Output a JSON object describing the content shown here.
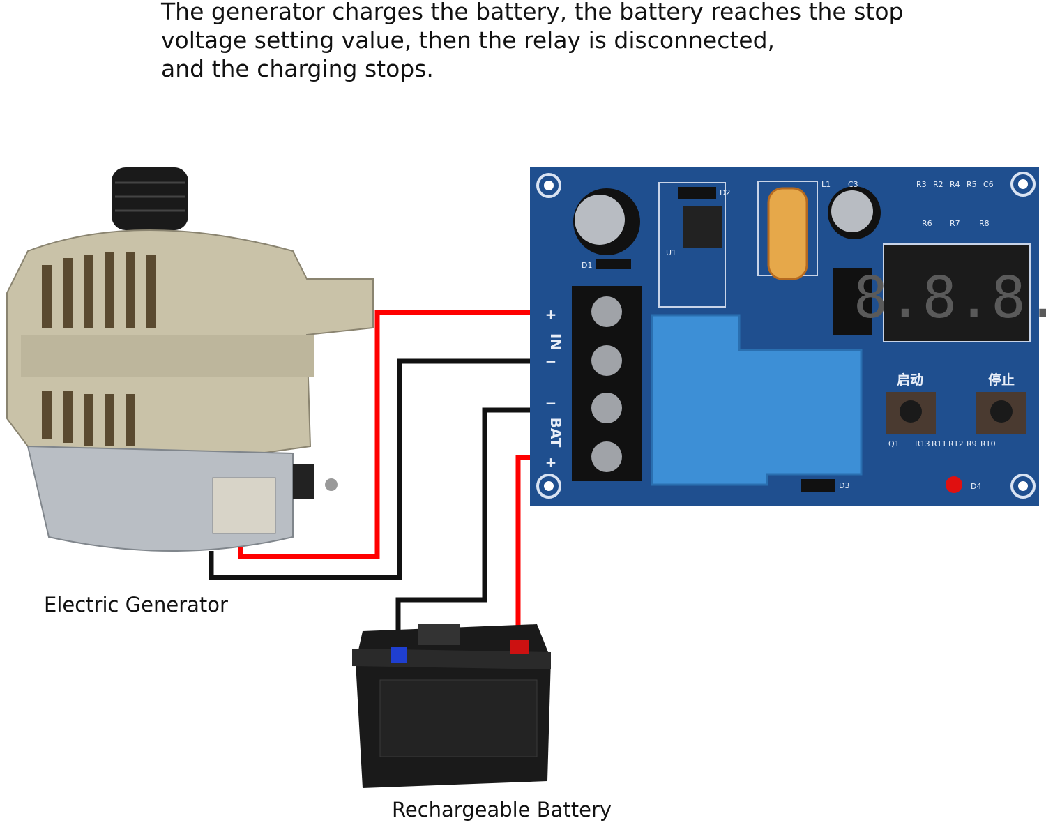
{
  "caption": {
    "lines": [
      "The generator charges the battery, the battery reaches the stop",
      "voltage setting value, then the relay is disconnected,",
      "and the charging stops."
    ]
  },
  "labels": {
    "generator": "Electric Generator",
    "battery": "Rechargeable Battery"
  },
  "board": {
    "terminal_labels": {
      "in_plus": "+",
      "in": "IN",
      "in_minus": "−",
      "bat_minus": "−",
      "bat": "BAT",
      "bat_plus": "+"
    },
    "component_labels": [
      "R3",
      "R2",
      "R4",
      "R5",
      "C6",
      "R6",
      "R7",
      "R8",
      "L1",
      "C3",
      "D2",
      "U1",
      "D1",
      "D3",
      "D4",
      "Q1",
      "R13",
      "R11",
      "R12",
      "R9",
      "R10"
    ],
    "display": "8.8.8.",
    "start_button_label": "启动",
    "stop_button_label": "停止"
  },
  "colors": {
    "wire_positive": "#ff0000",
    "wire_negative": "#111111",
    "pcb": "#1f4f8f",
    "relay": "#3d8fd6"
  }
}
